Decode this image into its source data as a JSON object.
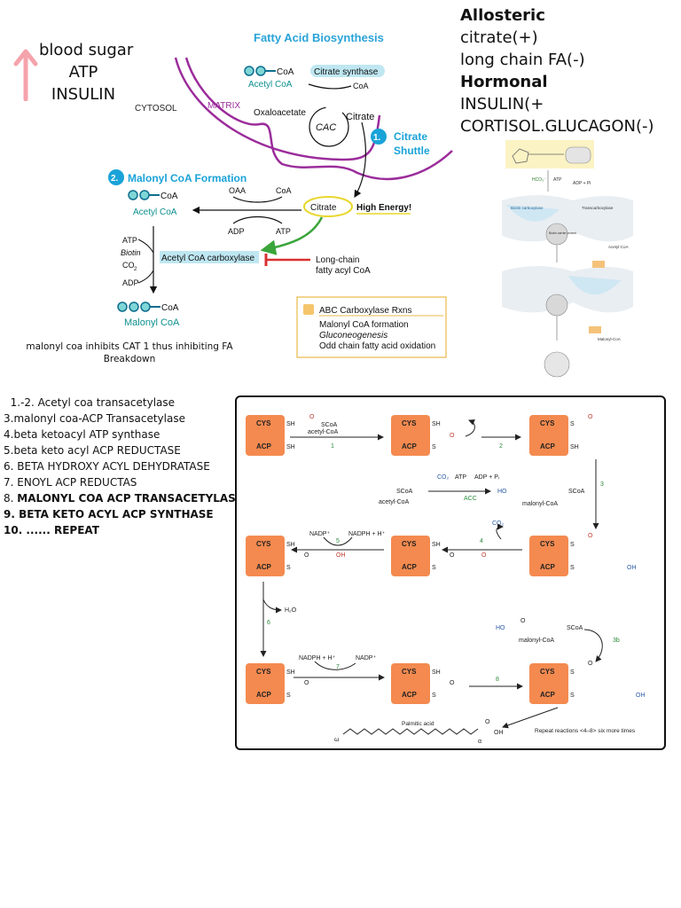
{
  "left_notes": {
    "arrow_icon": "up-arrow-icon",
    "lines": [
      "blood sugar",
      "ATP",
      "INSULIN"
    ]
  },
  "regulation": {
    "allosteric_heading": "Allosteric",
    "allosteric_items": [
      "citrate(+)",
      "long chain FA(-)"
    ],
    "hormonal_heading": "Hormonal",
    "hormonal_items": [
      "INSULIN(+",
      "CORTISOL.GLUCAGON(-)"
    ]
  },
  "top_diagram": {
    "title": "Fatty Acid Biosynthesis",
    "cytosol": "CYTOSOL",
    "matrix": "MATRIX",
    "coa_a": "CoA",
    "acetyl_coa": "Acetyl CoA",
    "citrate_synthase": "Citrate synthase",
    "coa_b": "CoA",
    "oxaloacetate": "Oxaloacetate",
    "cac": "CAC",
    "citrate": "Citrate",
    "shuttle_num": "1.",
    "shuttle_label1": "Citrate",
    "shuttle_label2": "Shuttle",
    "malonyl_num": "2.",
    "malonyl_title": "Malonyl CoA Formation",
    "oaa": "OAA",
    "coa_c": "CoA",
    "coa_d": "CoA",
    "acetyl_coa2": "Acetyl CoA",
    "adp": "ADP",
    "atp": "ATP",
    "citrate2": "Citrate",
    "high_energy": "High Energy!",
    "atp2": "ATP",
    "biotin": "Biotin",
    "co2": "CO",
    "co2_sub": "2",
    "adp2": "ADP",
    "acc": "Acetyl CoA carboxylase",
    "long_chain1": "Long-chain",
    "long_chain2": "fatty acyl CoA",
    "coa_e": "CoA",
    "malonyl_coa": "Malonyl CoA",
    "box_title": "ABC Carboxylase Rxns",
    "box_items": [
      "Malonyl CoA formation",
      "Gluconeogenesis",
      "Odd chain fatty acid oxidation"
    ]
  },
  "caption": {
    "line1": "malonyl coa inhibits CAT 1 thus inhibiting FA",
    "line2": "Breakdown"
  },
  "mechanism": {
    "biotin_carboxylase": "Biotin carboxylase",
    "transcarboxylase": "Transcarboxylase",
    "biotin_carrier": "Biotin carrier protein",
    "hco3": "HCO₃⁻",
    "atp": "ATP",
    "adp_pi": "ADP + Pi",
    "acetyl_coa": "Acetyl-CoA",
    "malonyl_coa": "Malonyl-CoA"
  },
  "steps": {
    "items": [
      {
        "text": "  1.-2. Acetyl coa transacetylase",
        "bold": false
      },
      {
        "text": "3.malonyl coa-ACP Transacetylase",
        "bold": false
      },
      {
        "text": "4.beta ketoacyl ATP synthase",
        "bold": false
      },
      {
        "text": "5.beta keto acyl ACP REDUCTASE",
        "bold": false
      },
      {
        "text": "6. BETA HYDROXY ACYL DEHYDRATASE",
        "bold": false
      },
      {
        "text": "7. ENOYL ACP REDUCTAS",
        "bold": false
      },
      {
        "text": "8. ",
        "bold_tail": "MALONYL COA ACP TRANSACETYLASE",
        "bold": false
      },
      {
        "text": "9. BETA KETO ACYL ACP SYNTHASE",
        "bold": true
      },
      {
        "text": "10. ...... REPEAT",
        "bold": true
      }
    ]
  },
  "panel": {
    "cys": "CYS",
    "acp": "ACP",
    "sh": "SH",
    "s": "S",
    "scoa": "SCoA",
    "acetyl_coa": "acetyl-CoA",
    "malonyl_coa": "malonyl-CoA",
    "co2": "CO₂",
    "atp": "ATP",
    "adp_pi": "ADP + Pᵢ",
    "acc": "ACC",
    "nadp": "NADP⁺",
    "nadph": "NADPH + H⁺",
    "h2o": "H₂O",
    "oh": "OH",
    "ho": "HO",
    "step_labels": [
      "1",
      "2",
      "3",
      "4",
      "5",
      "6",
      "7",
      "8",
      "3b"
    ],
    "palmitic_acid": "Palmitic acid",
    "repeat_note": "Repeat reactions <4–8> six more times",
    "omega": "ω",
    "alpha": "α",
    "o": "O"
  }
}
